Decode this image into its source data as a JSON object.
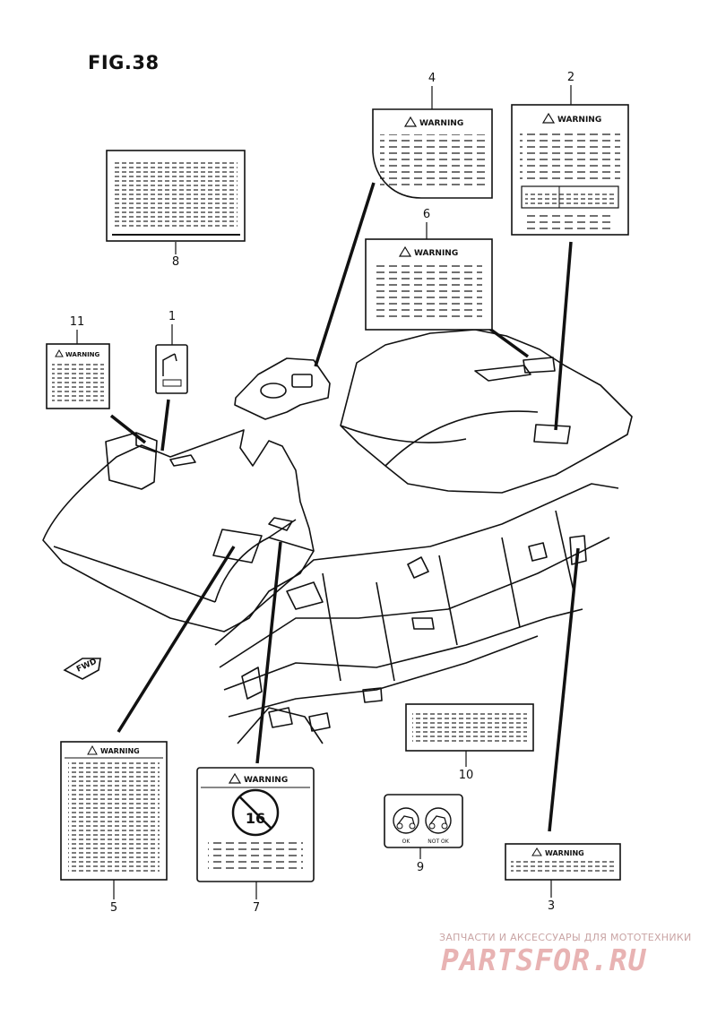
{
  "figure": {
    "title": "FIG.38"
  },
  "callouts": {
    "c1": "1",
    "c2": "2",
    "c3": "3",
    "c4": "4",
    "c5": "5",
    "c6": "6",
    "c7": "7",
    "c8": "8",
    "c9": "9",
    "c10": "10",
    "c11": "11"
  },
  "labels": {
    "warning_text": "WARNING",
    "under_age_text": "16",
    "ok_text": "OK",
    "not_ok_text": "NOT OK",
    "fwd_text": "FWD"
  },
  "watermark": {
    "tagline": "ЗАПЧАСТИ И АКСЕССУАРЫ ДЛЯ МОТОТЕХНИКИ",
    "brand": "PARTSFOR.RU"
  },
  "colors": {
    "ink": "#111111",
    "watermark": "#e8b3b3"
  }
}
